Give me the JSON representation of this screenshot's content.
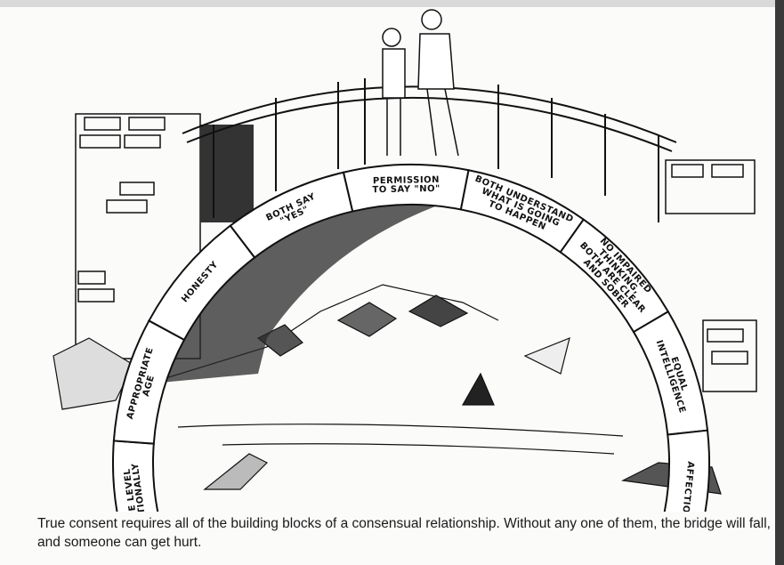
{
  "illustration": {
    "arch_stones": [
      {
        "lines": [
          "SAME LEVEL",
          "EMOTIONALLY"
        ]
      },
      {
        "lines": [
          "APPROPRIATE",
          "AGE"
        ]
      },
      {
        "lines": [
          "HONESTY"
        ]
      },
      {
        "lines": [
          "BOTH SAY",
          "\"YES\""
        ]
      },
      {
        "lines": [
          "PERMISSION",
          "TO SAY \"NO\""
        ]
      },
      {
        "lines": [
          "BOTH UNDERSTAND",
          "WHAT IS GOING",
          "TO HAPPEN"
        ]
      },
      {
        "lines": [
          "NO IMPAIRED",
          "THINKING,",
          "BOTH ARE CLEAR",
          "AND SOBER"
        ]
      },
      {
        "lines": [
          "EQUAL",
          "INTELLIGENCE"
        ]
      },
      {
        "lines": [
          "AFFECTION"
        ]
      }
    ]
  },
  "caption": "True consent requires all of the building blocks of a consensual relationship. Without any one of them, the bridge will fall, and someone can get hurt."
}
